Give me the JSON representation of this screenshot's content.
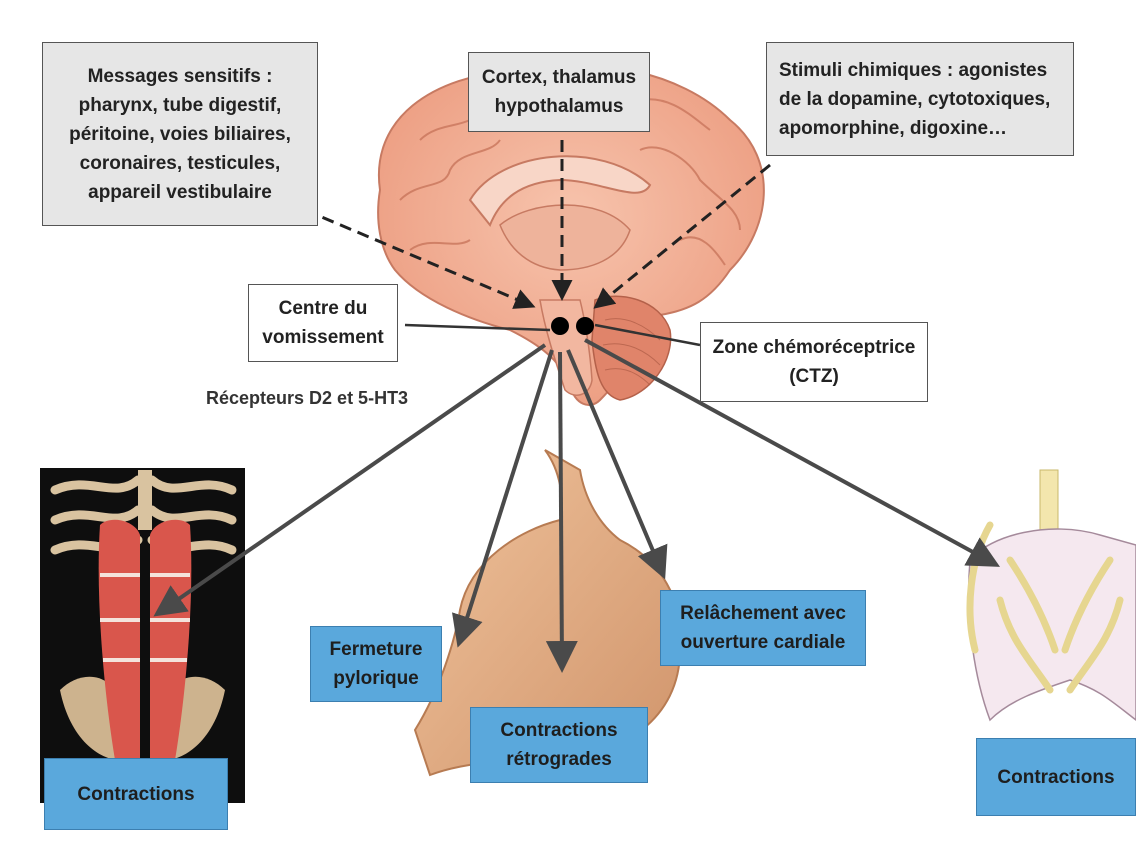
{
  "boxes": {
    "sensory": {
      "lines": [
        "Messages sensitifs :",
        "pharynx, tube digestif,",
        "péritoine, voies biliaires,",
        "coronaires, testicules,",
        "appareil vestibulaire"
      ]
    },
    "cortex": {
      "lines": [
        "Cortex, thalamus",
        "hypothalamus"
      ]
    },
    "chemical": {
      "lines": [
        "Stimuli chimiques : agonistes",
        "de la dopamine, cytotoxiques,",
        "apomorphine, digoxine…"
      ]
    },
    "vomiting_center": {
      "lines": [
        "Centre du",
        "vomissement"
      ]
    },
    "ctz": {
      "lines": [
        "Zone chémoréceptrice",
        "(CTZ)"
      ]
    },
    "receptors": "Récepteurs D2 et 5-HT3",
    "pyloric": {
      "lines": [
        "Fermeture",
        "pylorique"
      ]
    },
    "retrograde": {
      "lines": [
        "Contractions",
        "rétrogrades"
      ]
    },
    "cardia": {
      "lines": [
        "Relâchement avec",
        "ouverture cardiale"
      ]
    },
    "abdominal_contractions": "Contractions",
    "diaphragm_contractions": "Contractions"
  },
  "colors": {
    "brain": "#f2a98e",
    "muscle": "#d9564c",
    "stomach": "#e3ad84",
    "box_blue": "#5aa8dc",
    "box_grey": "#e6e6e6",
    "arrow": "#4a4a4a"
  },
  "icons": [
    "brain-illustration",
    "abdominal-muscles-illustration",
    "stomach-illustration",
    "diaphragm-illustration"
  ]
}
